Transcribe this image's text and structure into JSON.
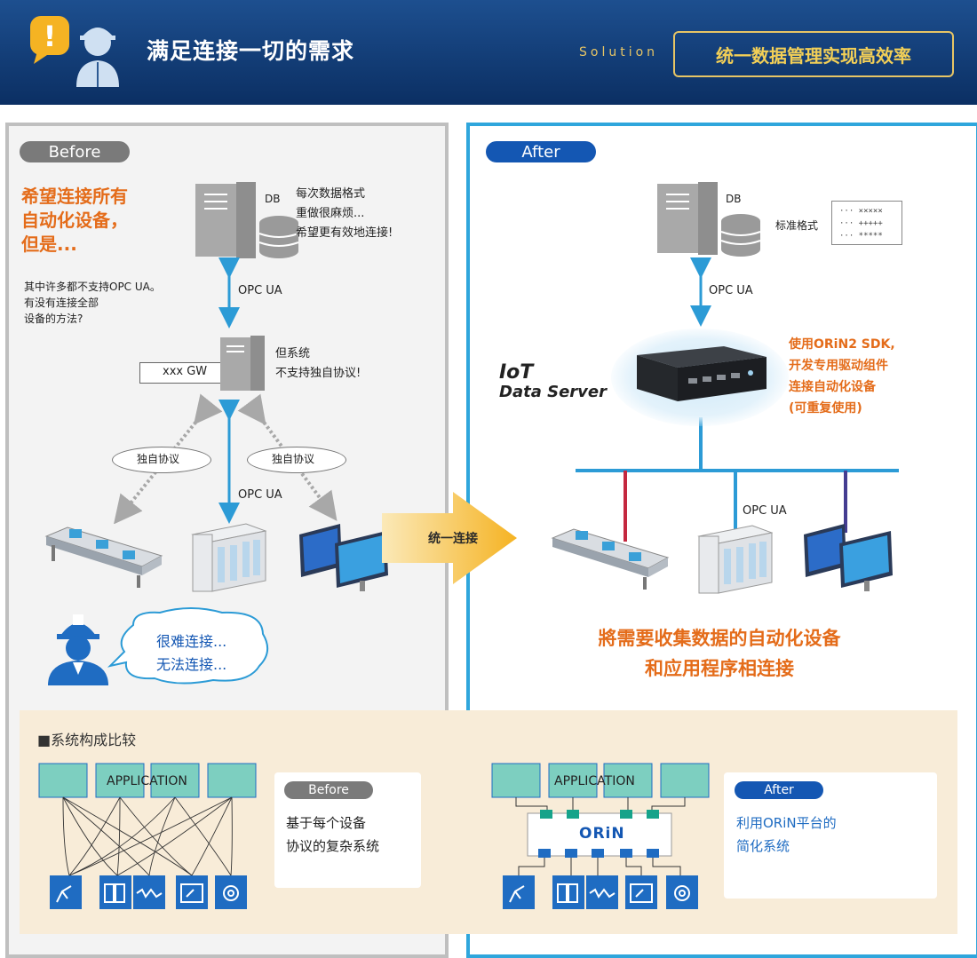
{
  "header": {
    "title": "满足连接一切的需求",
    "solution_label": "Solution",
    "solution_text": "统一数据管理实现高效率"
  },
  "before": {
    "badge": "Before",
    "headline": [
      "希望连接所有",
      "自动化设备，",
      "但是..."
    ],
    "question": [
      "其中许多都不支持OPC UA。",
      "有没有连接全部",
      "设备的方法?"
    ],
    "db_label": "DB",
    "db_comment": [
      "每次数据格式",
      "重做很麻烦...",
      "希望更有效地连接!"
    ],
    "opc_top": "OPC UA",
    "gw_label": "xxx GW",
    "gw_comment": [
      "但系统",
      "不支持独自协议!"
    ],
    "proto_left": "独自协议",
    "proto_right": "独自协议",
    "opc_bottom": "OPC UA",
    "bubble": [
      "很难连接...",
      "无法连接..."
    ]
  },
  "arrow_label": "统一连接",
  "after": {
    "badge": "After",
    "db_label": "DB",
    "format_label": "标准格式",
    "format_rows": [
      "··· ×××××",
      "··· +++++",
      "··· *****"
    ],
    "opc_top": "OPC UA",
    "iot_label": [
      "IoT",
      "Data Server"
    ],
    "sdk_text": [
      "使用ORiN2 SDK,",
      "开发专用驱动组件",
      "连接自动化设备",
      "(可重复使用)"
    ],
    "opc_device": "OPC UA",
    "headline": [
      "將需要收集数据的自动化设备",
      "和应用程序相连接"
    ]
  },
  "comparison": {
    "title": "■系统构成比较",
    "app_label": "APPLICATION",
    "before_badge": "Before",
    "before_desc": [
      "基于每个设备",
      "协议的复杂系统"
    ],
    "orin_label": "ORiN",
    "after_badge": "After",
    "after_desc": [
      "利用ORiN平台的",
      "简化系统"
    ]
  },
  "colors": {
    "header_blue": "#0b2f63",
    "accent_orange": "#e46c1a",
    "after_blue": "#2fa6dc",
    "app_teal": "#7dcfc0",
    "device_blue": "#1f6cc2",
    "solution_gold": "#e7c565"
  },
  "icons": [
    "warning-person-icon",
    "server-db-icon",
    "gateway-server-icon",
    "conveyor-icon",
    "plc-icon",
    "monitor-icon",
    "worker-icon",
    "iot-box-icon",
    "robot-arm-icon",
    "camera-icon"
  ]
}
